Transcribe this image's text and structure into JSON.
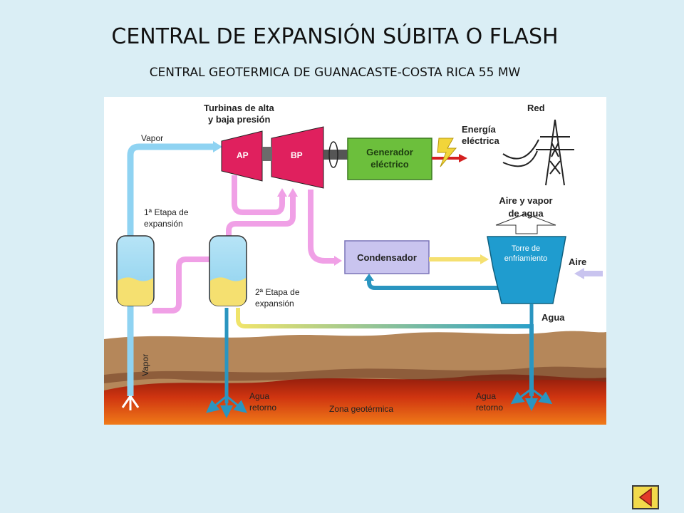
{
  "slide": {
    "title": "CENTRAL DE EXPANSIÓN SÚBITA O FLASH",
    "subtitle": "CENTRAL GEOTERMICA DE GUANACASTE-COSTA RICA 55 MW"
  },
  "diagram": {
    "turbines_label_1": "Turbinas de alta",
    "turbines_label_2": "y baja presión",
    "turbine_hp": "AP",
    "turbine_lp": "BP",
    "generator_1": "Generador",
    "generator_2": "eléctrico",
    "energy_1": "Energía",
    "energy_2": "eléctrica",
    "grid": "Red",
    "steam_top": "Vapor",
    "stage1_1": "1ª Etapa de",
    "stage1_2": "expansión",
    "stage2_1": "2ª Etapa de",
    "stage2_2": "expansión",
    "condenser": "Condensador",
    "air_vapor_1": "Aire y vapor",
    "air_vapor_2": "de agua",
    "tower_1": "Torre de",
    "tower_2": "enfriamiento",
    "air": "Aire",
    "water": "Agua",
    "steam_well": "Vapor",
    "return_left_1": "Agua",
    "return_left_2": "retorno",
    "zone": "Zona geotérmica",
    "return_right_1": "Agua",
    "return_right_2": "retorno"
  },
  "colors": {
    "background": "#daeef5",
    "steam": "#8fd3f2",
    "pink_pipe": "#f0a0e6",
    "turbine": "#e0205e",
    "generator": "#6cbf3c",
    "condenser": "#c9c4ef",
    "tower": "#1f9ccf",
    "water_pipe": "#2a95c0",
    "ground": "#b5875a"
  },
  "nav": {
    "back_icon": "triangle-left-icon"
  }
}
